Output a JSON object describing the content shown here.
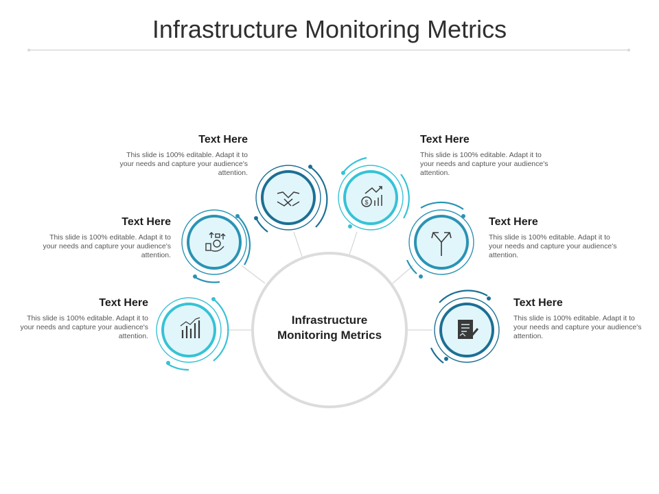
{
  "title": "Infrastructure Monitoring Metrics",
  "center": {
    "line1": "Infrastructure",
    "line2": "Monitoring Metrics"
  },
  "items": [
    {
      "heading": "Text Here",
      "body": "This slide is 100% editable. Adapt it to your needs and capture your audience's attention.",
      "icon": "handshake-icon"
    },
    {
      "heading": "Text Here",
      "body": "This slide is 100% editable. Adapt it to your needs and capture your audience's attention.",
      "icon": "money-growth-icon"
    },
    {
      "heading": "Text Here",
      "body": "This slide is 100% editable. Adapt it to your needs and capture your audience's attention.",
      "icon": "bar-chart-icon"
    },
    {
      "heading": "Text Here",
      "body": "This slide is 100% editable. Adapt it to your needs and capture your audience's attention.",
      "icon": "investment-chart-icon"
    },
    {
      "heading": "Text Here",
      "body": "This slide is 100% editable. Adapt it to your needs and capture your audience's attention.",
      "icon": "split-arrows-icon"
    },
    {
      "heading": "Text Here",
      "body": "This slide is 100% editable. Adapt it to your needs and capture your audience's attention.",
      "icon": "document-pen-icon"
    }
  ],
  "colors": {
    "dark_blue": "#1c6f94",
    "mid_blue": "#2a93b4",
    "teal": "#35c1d6",
    "light_fill": "#e0f6fb",
    "center_ring": "#d9d9d9"
  }
}
